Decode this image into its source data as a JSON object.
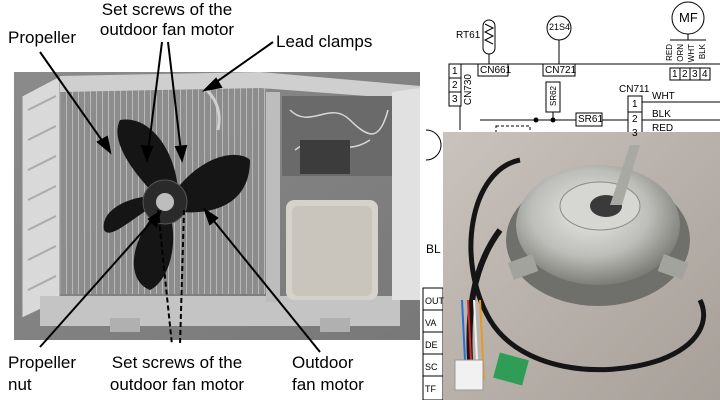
{
  "labels": {
    "propeller": "Propeller",
    "set_screws_top_1": "Set screws of the",
    "set_screws_top_2": "outdoor fan motor",
    "lead_clamps": "Lead clamps",
    "propeller_nut_1": "Propeller",
    "propeller_nut_2": "nut",
    "set_screws_bottom_1": "Set screws of the",
    "set_screws_bottom_2": "outdoor fan motor",
    "outdoor_fan_motor_1": "Outdoor",
    "outdoor_fan_motor_2": "fan motor"
  },
  "schematic": {
    "rt61": "RT61",
    "s21s4": "21S4",
    "mf": "MF",
    "cn661": "CN661",
    "cn721": "CN721",
    "cn730": "CN730",
    "cn711": "CN711",
    "sr62": "SR62",
    "sr61": "SR61",
    "pin1": "1",
    "pin2": "2",
    "pin3": "3",
    "motor_pin1": "1",
    "motor_pin2": "2",
    "motor_pin3": "3",
    "motor_pin4": "4",
    "wire_red": "RED",
    "wire_orn": "ORN",
    "wire_wht": "WHT",
    "wire_blk": "BLK",
    "cn711_pin1": "1",
    "cn711_pin2": "2",
    "cn711_pin3": "3",
    "wht": "WHT",
    "blk": "BLK",
    "red": "RED",
    "bl_fragment": "BL",
    "table_rows": [
      "OUT",
      "VA",
      "DE",
      "SC",
      "TF"
    ]
  },
  "colors": {
    "photo_bg": "#9a9a9a",
    "motor_photo_bg": "#b9b3ad",
    "label_color": "#000000"
  }
}
